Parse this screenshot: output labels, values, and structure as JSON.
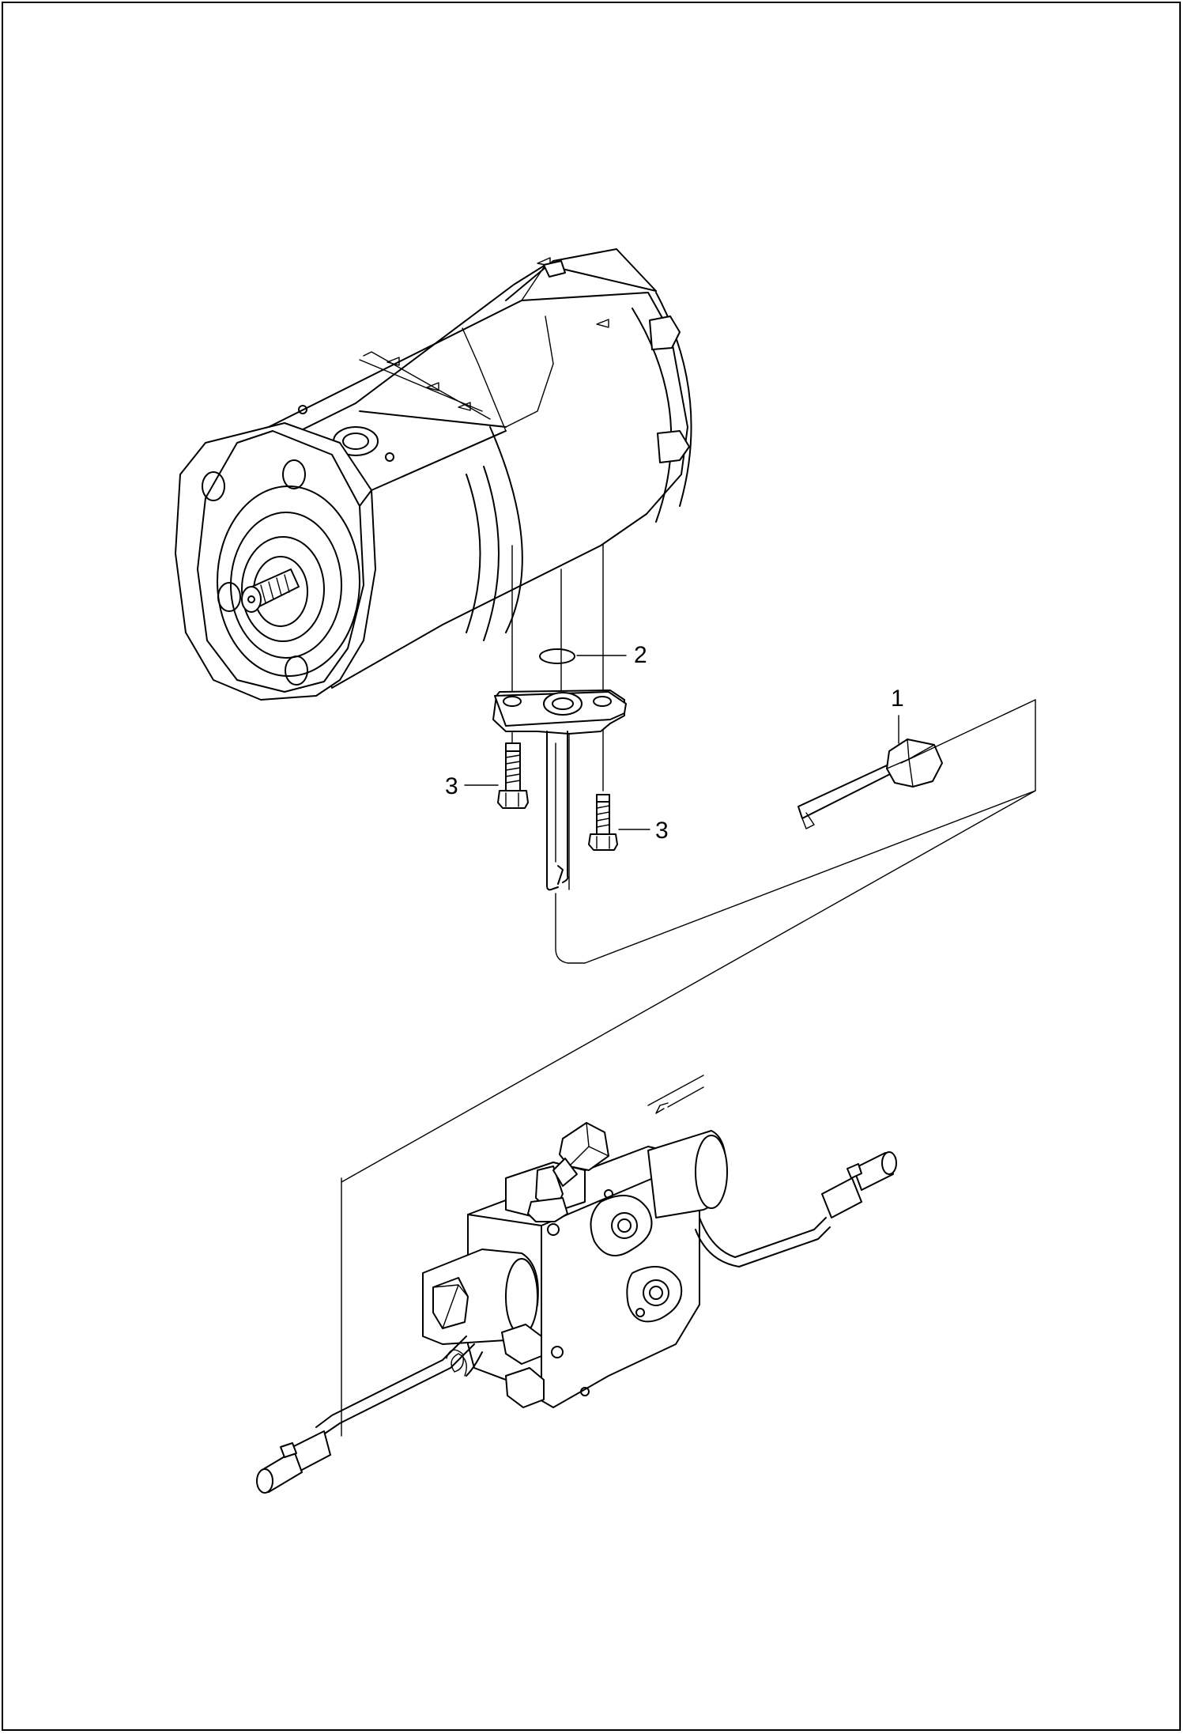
{
  "callouts": [
    {
      "id": "1",
      "label": "1"
    },
    {
      "id": "2",
      "label": "2"
    },
    {
      "id": "3a",
      "label": "3"
    },
    {
      "id": "3b",
      "label": "3"
    }
  ],
  "colors": {
    "line": "#000000",
    "background": "#ffffff"
  }
}
